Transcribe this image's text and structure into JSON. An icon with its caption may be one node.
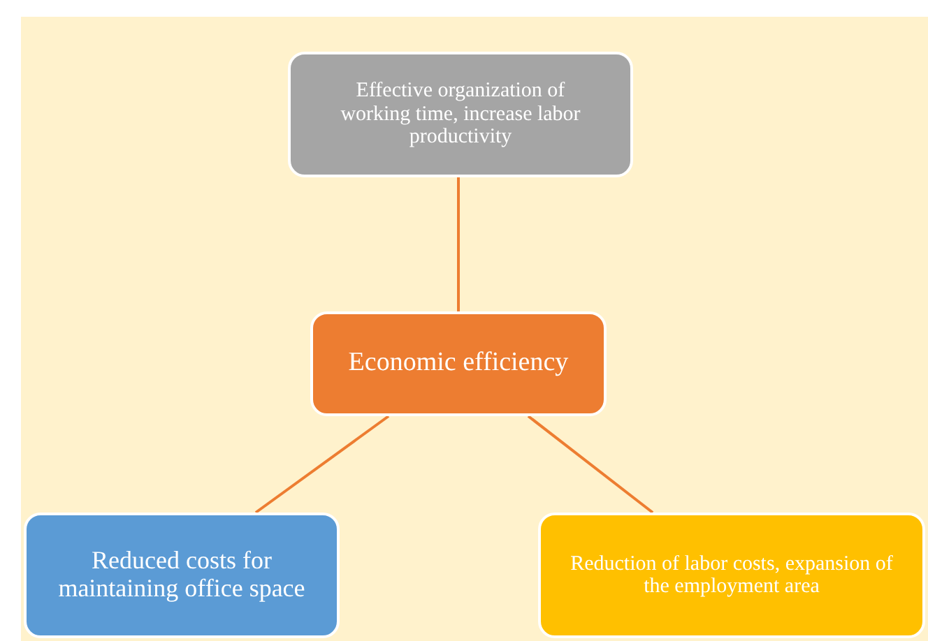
{
  "diagram": {
    "nodes": [
      {
        "text": [
          "Effective organization of working time, increase labor productivity"
        ]
      },
      {
        "text": [
          "Economic efficiency"
        ]
      },
      {
        "text": [
          "Reduced costs for maintaining office space"
        ]
      },
      {
        "text": [
          "Reduction of labor costs, expansion of the employment area"
        ]
      }
    ],
    "edges": [
      {
        "from": 1,
        "to": 0,
        "arrow": "none"
      },
      {
        "from": 1,
        "to": 2,
        "arrow": "none"
      },
      {
        "from": 1,
        "to": 3,
        "arrow": "none"
      }
    ]
  }
}
